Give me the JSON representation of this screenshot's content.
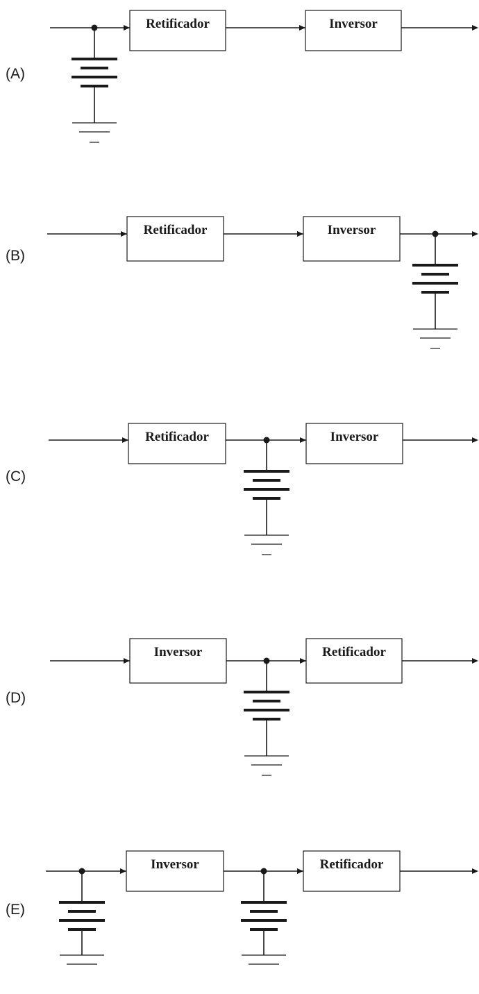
{
  "options": [
    {
      "label": "(A)",
      "blocks": [
        "Retificador",
        "Inversor"
      ],
      "battery_nodes": [
        "input"
      ]
    },
    {
      "label": "(B)",
      "blocks": [
        "Retificador",
        "Inversor"
      ],
      "battery_nodes": [
        "output"
      ]
    },
    {
      "label": "(C)",
      "blocks": [
        "Retificador",
        "Inversor"
      ],
      "battery_nodes": [
        "middle"
      ]
    },
    {
      "label": "(D)",
      "blocks": [
        "Inversor",
        "Retificador"
      ],
      "battery_nodes": [
        "middle"
      ]
    },
    {
      "label": "(E)",
      "blocks": [
        "Inversor",
        "Retificador"
      ],
      "battery_nodes": [
        "input",
        "middle"
      ]
    }
  ],
  "colors": {
    "ink": "#1a1a1a",
    "background": "#ffffff"
  }
}
